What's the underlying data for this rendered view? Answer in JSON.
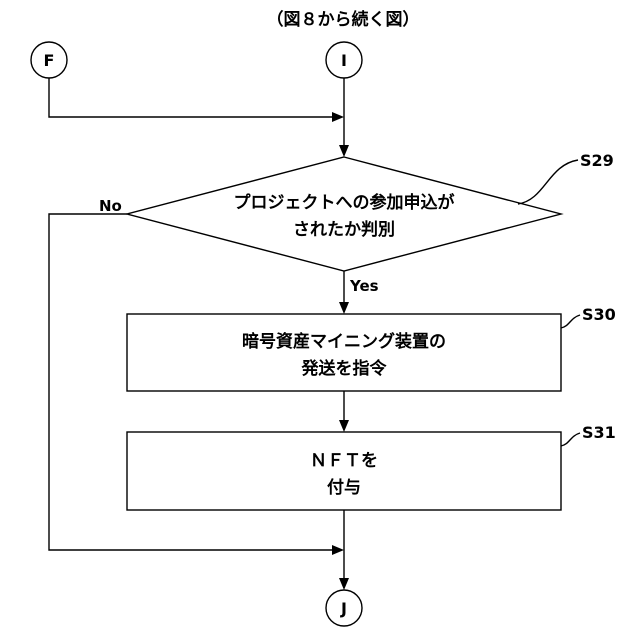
{
  "caption": "（図８から続く図）",
  "connectors": {
    "f": "F",
    "i": "I",
    "j": "J"
  },
  "decision": {
    "step": "S29",
    "line1": "プロジェクトへの参加申込が",
    "line2": "されたか判別",
    "no_label": "No",
    "yes_label": "Yes"
  },
  "process1": {
    "step": "S30",
    "line1": "暗号資産マイニング装置の",
    "line2": "発送を指令"
  },
  "process2": {
    "step": "S31",
    "line1": "ＮＦＴを",
    "line2": "付与"
  }
}
